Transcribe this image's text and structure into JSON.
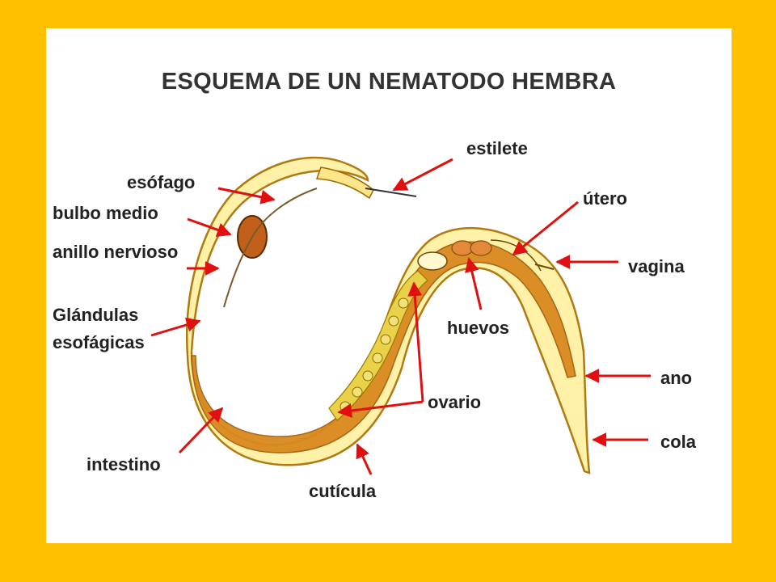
{
  "title": "ESQUEMA DE UN NEMATODO HEMBRA",
  "colors": {
    "background": "#FFC000",
    "panel": "#FFFFFF",
    "body_fill": "#FFF1A8",
    "intestine": "#D9891E",
    "ovary": "#E9D24A",
    "arrow": "#E01010",
    "text": "#222222"
  },
  "labels": {
    "estilete": "estilete",
    "esofago": "esófago",
    "bulbo_medio": "bulbo medio",
    "anillo_nervioso": "anillo nervioso",
    "glandulas_1": "Glándulas",
    "glandulas_2": "esofágicas",
    "intestino": "intestino",
    "cuticula": "cutícula",
    "ovario": "ovario",
    "huevos": "huevos",
    "utero": "útero",
    "vagina": "vagina",
    "ano": "ano",
    "cola": "cola"
  }
}
